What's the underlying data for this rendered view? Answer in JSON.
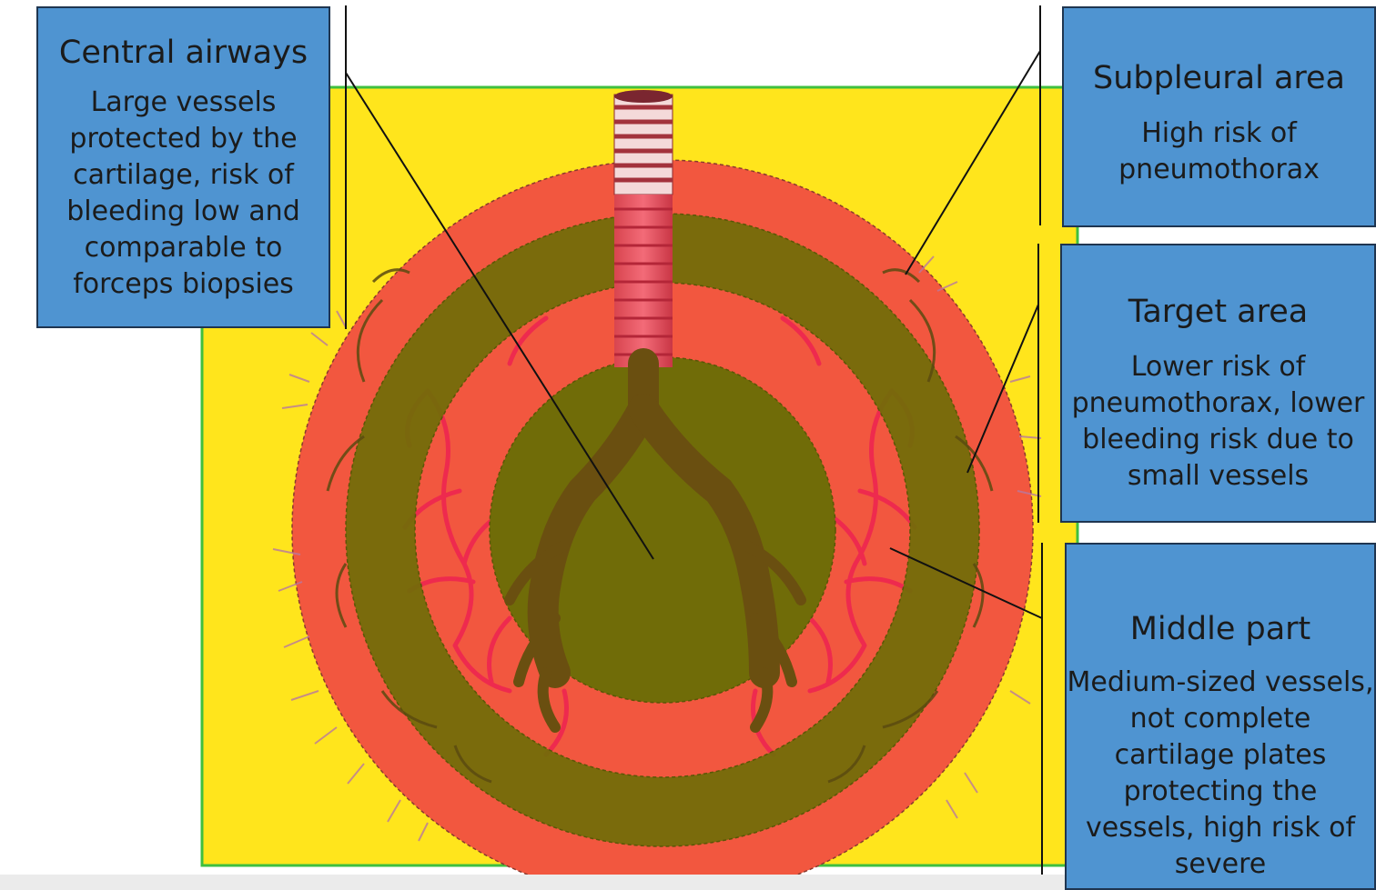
{
  "labels": {
    "central_airways": {
      "title": "Central airways",
      "description": "Large vessels protected by the cartilage, risk of bleeding low and comparable to forceps biopsies"
    },
    "subpleural_area": {
      "title": "Subpleural area",
      "description": "High risk of pneumothorax"
    },
    "target_area": {
      "title": "Target area",
      "description": "Lower risk of pneumothorax, lower bleeding risk due to small vessels"
    },
    "middle_part": {
      "title": "Middle part",
      "description": "Medium-sized vessels, not complete cartilage plates protecting the vessels, high risk of severe"
    }
  },
  "colors": {
    "background_panel": "#ffe51c",
    "panel_border": "#3fbf3f",
    "zone_red": "#f2573f",
    "zone_olive": "#706c08",
    "vessel_red": "#ee2a4e",
    "airway_brown": "#6a4f10",
    "label_box": "#4f94d1"
  }
}
